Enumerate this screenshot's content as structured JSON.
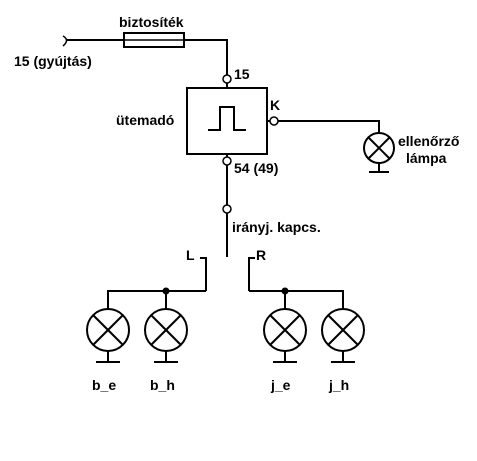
{
  "labels": {
    "fuse": "biztosíték",
    "ignition": "15 (gyújtás)",
    "pin15": "15",
    "flasher": "ütemadó",
    "pinK": "K",
    "pin54": "54 (49)",
    "indicator_line1": "ellenőrző",
    "indicator_line2": "lámpa",
    "switch": "irányj. kapcs.",
    "left": "L",
    "right": "R",
    "bulb_be": "b_e",
    "bulb_bh": "b_h",
    "bulb_je": "j_e",
    "bulb_jh": "j_h"
  }
}
